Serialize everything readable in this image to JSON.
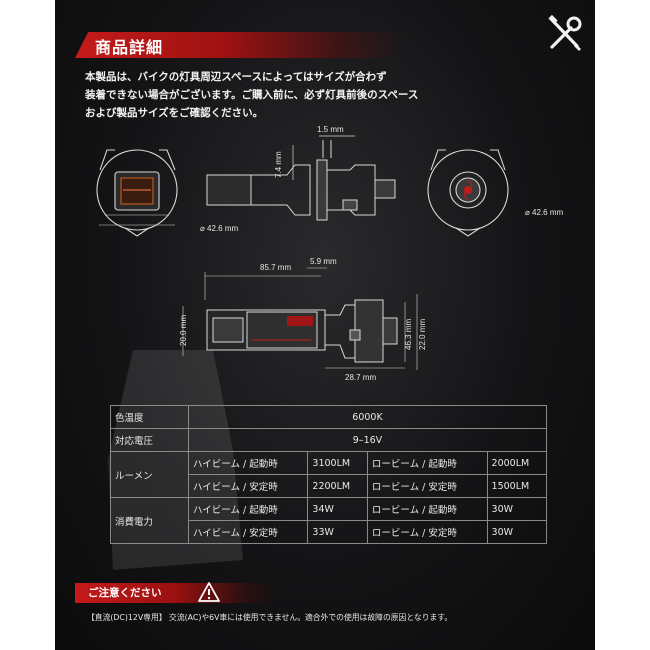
{
  "section_title": "商品詳細",
  "intro_lines": [
    "本製品は、バイクの灯具周辺スペースによってはサイズが合わず",
    "装着できない場合がございます。ご購入前に、必ず灯具前後のスペース",
    "および製品サイズをご確認ください。"
  ],
  "dimensions": {
    "d_1_5": "1.5 mm",
    "d_7_4": "7.4 mm",
    "d_42_6_left": "⌀ 42.6 mm",
    "d_42_6_right": "⌀ 42.6 mm",
    "d_85_7": "85.7 mm",
    "d_5_9": "5.9 mm",
    "d_20_0": "20.0 mm",
    "d_46_3": "46.3 mm",
    "d_22_0": "22.0 mm",
    "d_28_7": "28.7 mm"
  },
  "spec": {
    "color_temp_label": "色温度",
    "color_temp_value": "6000K",
    "voltage_label": "対応電圧",
    "voltage_value": "9–16V",
    "lumen_label": "ルーメン",
    "power_label": "消費電力",
    "lumen_rows": [
      {
        "a_label": "ハイビーム / 起動時",
        "a_value": "3100LM",
        "b_label": "ロービーム / 起動時",
        "b_value": "2000LM"
      },
      {
        "a_label": "ハイビーム / 安定時",
        "a_value": "2200LM",
        "b_label": "ロービーム / 安定時",
        "b_value": "1500LM"
      }
    ],
    "power_rows": [
      {
        "a_label": "ハイビーム / 起動時",
        "a_value": "34W",
        "b_label": "ロービーム / 起動時",
        "b_value": "30W"
      },
      {
        "a_label": "ハイビーム / 安定時",
        "a_value": "33W",
        "b_label": "ロービーム / 安定時",
        "b_value": "30W"
      }
    ]
  },
  "notice_title": "ご注意ください",
  "footnote": "【直流(DC)12V専用】 交流(AC)や6V車には使用できません。適合外での使用は故障の原因となります。",
  "colors": {
    "accent": "#c41a1a",
    "background": "#141416",
    "text": "#ffffff"
  },
  "icons": [
    "tools-icon",
    "warning-icon"
  ]
}
